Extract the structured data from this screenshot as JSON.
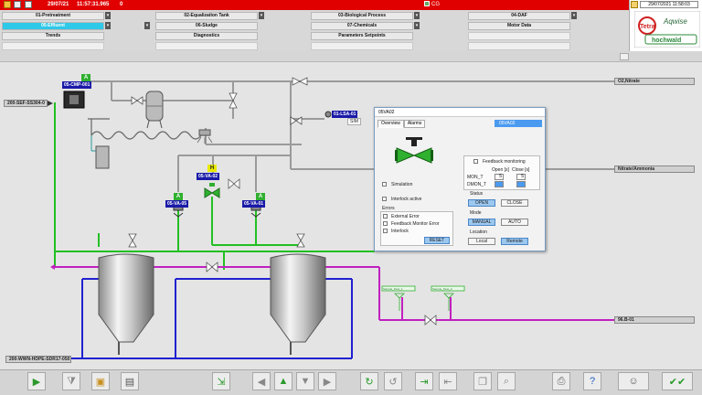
{
  "status_bar": {
    "date": "29/07/21",
    "time": "11:57:31.965",
    "counter": "0",
    "cg_label": "CG"
  },
  "header_right": {
    "datetime": "29/07/2021 11:58:03",
    "brand_left": "Tetra",
    "brand_right": "Aqwise",
    "brand_sub": "hochwald"
  },
  "nav": {
    "row1": [
      "01-Pretreatment",
      "02-Equalization Tank",
      "03-Biological Process",
      "04-DAF"
    ],
    "row2": [
      "05-Effluent",
      "06-Sludge",
      "07-Chemicals",
      "Motor Data"
    ],
    "row3": [
      "Trends",
      "Diagnostics",
      "Parameters Setpoints"
    ]
  },
  "diagram": {
    "compressor_tag": "05-CMP-001",
    "compressor_alarm": "A",
    "valve_tag_1": "05-VA-05",
    "valve_tag_1_alarm": "A",
    "valve_tag_2": "05-VA-01",
    "valve_tag_2_alarm": "A",
    "valve_tag_3": "05-VA-02",
    "valve_tag_3_alarm": "H",
    "level_tag": "01-LSA-01",
    "level_sub": "SIM",
    "src_left": "200-SEF-SS304-0",
    "dest_o2": "O2,Nitrate",
    "dest_nitrate": "Nitrate/Ammonia",
    "dest_bottom_right": "96.B-01",
    "dest_bottom_left": "200-WWN-HDPE-SDR17-050",
    "flow_tag_1": "Sample_Flow_1",
    "flow_tag_2": "Sample_Flow_2"
  },
  "popup": {
    "title": "05VA02",
    "tabs": [
      "Overview",
      "Alarms"
    ],
    "tag": "05VA02",
    "feedback_monitoring": "Feedback monitoring",
    "open_s": "Open [s]",
    "close_s": "Close [s]",
    "mon_t": "MON_T",
    "dmon_t": "DMON_T",
    "mon_open": "5",
    "mon_close": "5",
    "simulation": "Simulation",
    "interlock_active": "Interlock active",
    "status_title": "Status",
    "open_btn": "OPEN",
    "close_btn": "CLOSE",
    "mode_title": "Mode",
    "manual_btn": "MANUAL",
    "auto_btn": "AUTO",
    "location_title": "Location",
    "local_btn": "Local",
    "remote_btn": "Remote",
    "errors_title": "Errors",
    "err1": "External Error",
    "err2": "Feedback Monitor Error",
    "err3": "Interlock",
    "reset_btn": "RESET"
  },
  "colors": {
    "alarm_red": "#e00000",
    "active_cyan": "#2ec8e8",
    "pipe_green": "#22c022",
    "pipe_blue": "#2020d0",
    "pipe_magenta": "#c020c0",
    "pipe_gray": "#9a9a9a"
  }
}
